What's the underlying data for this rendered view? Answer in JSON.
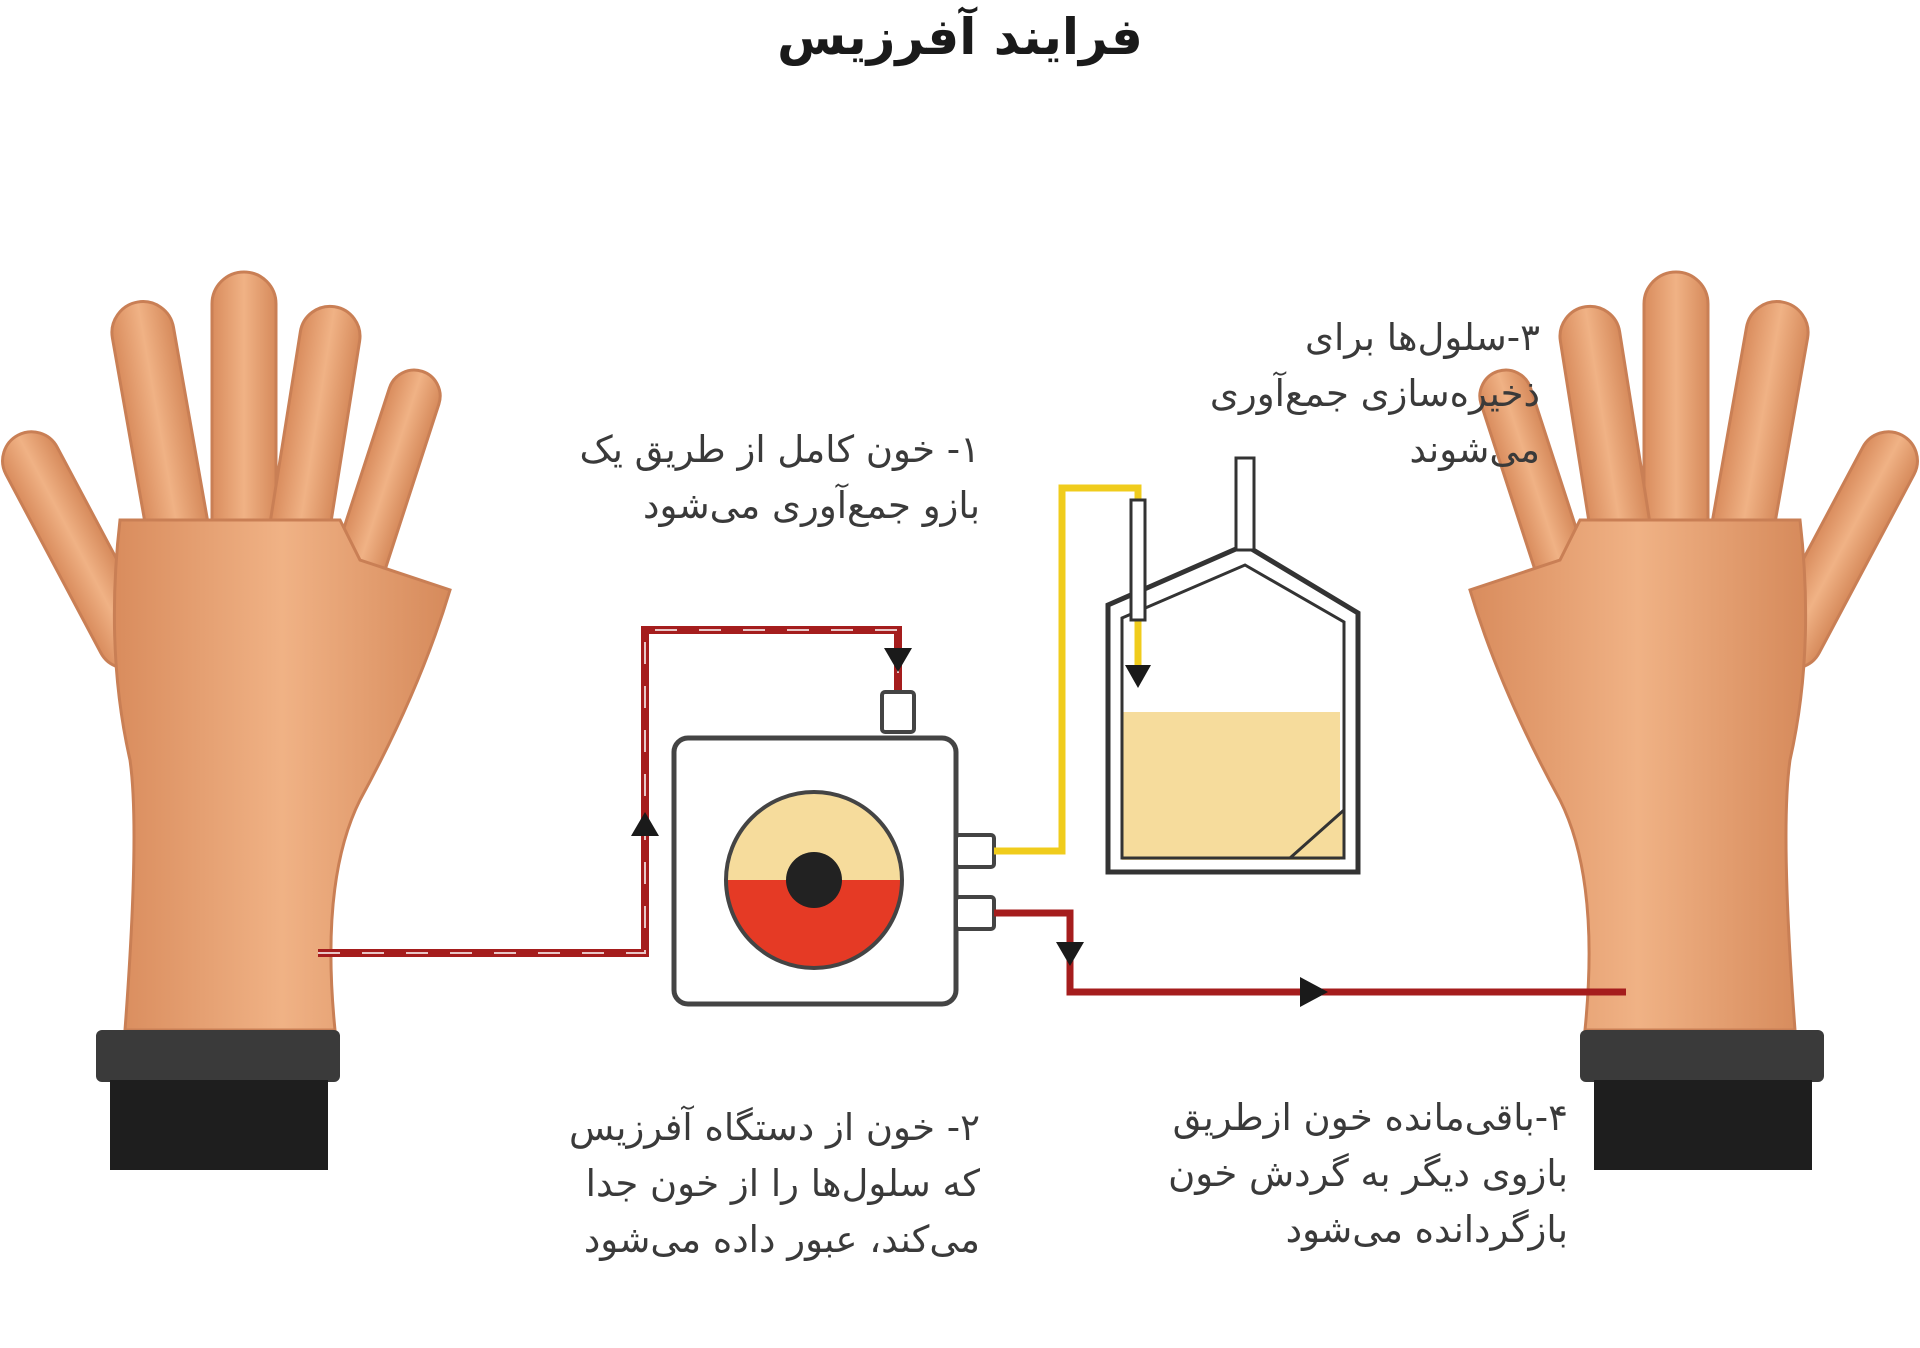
{
  "title": "فرایند آفرزیس",
  "steps": [
    {
      "lines": [
        "۱- خون کامل از طریق یک",
        "بازو جمع‌آوری می‌شود"
      ]
    },
    {
      "lines": [
        "۲- خون از دستگاه آفرزیس",
        "که سلول‌ها را از خون جدا",
        "می‌کند، عبور داده می‌شود"
      ]
    },
    {
      "lines": [
        "۳-سلول‌ها برای",
        "ذخیره‌سازی جمع‌آوری",
        "می‌شوند"
      ]
    },
    {
      "lines": [
        "۴-باقی‌مانده خون ازطریق",
        "بازوی دیگر به گردش خون",
        "بازگردانده می‌شود"
      ]
    }
  ],
  "colors": {
    "skin": "#e8a374",
    "skin_shadow": "#c97f55",
    "cuff_band": "#3a3a3a",
    "sleeve": "#1e1e1e",
    "blood_line": "#a51d1d",
    "plasma_line": "#f0cc1c",
    "plasma_fill": "#f6dc9c",
    "red_cells": "#e53a25",
    "device_outline": "#444444",
    "arrow": "#1a1a1a"
  }
}
